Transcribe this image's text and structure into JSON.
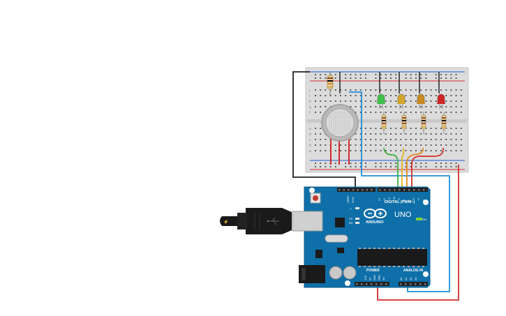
{
  "board": {
    "brand": "ARDUINO",
    "model": "UNO",
    "digital_header": "DIGITAL (PWM~)",
    "power_header": "POWER",
    "analog_header": "ANALOG IN",
    "on_label": "ON",
    "l_label": "L",
    "tx_label": "TX",
    "rx_label": "RX",
    "aref_label": "AREF",
    "gnd_label": "GND",
    "power_pins": [
      "IOREF",
      "RESET",
      "3.3V",
      "5V",
      "GND",
      "GND",
      "Vin"
    ],
    "analog_pins": [
      "A0",
      "A1",
      "A2",
      "A3",
      "A4",
      "A5"
    ],
    "digital_pins": [
      "13",
      "12",
      "~11",
      "~10",
      "~9",
      "8",
      "7",
      "~6",
      "~5",
      "4",
      "~3",
      "2",
      "TX→1",
      "RX←0"
    ]
  },
  "breadboard": {
    "row_letters_top": [
      "j",
      "i",
      "h",
      "g",
      "f"
    ],
    "row_letters_bottom": [
      "e",
      "d",
      "c",
      "b",
      "a"
    ]
  },
  "leds": [
    {
      "name": "led-green",
      "color": "#3ec14a"
    },
    {
      "name": "led-yellow",
      "color": "#d4a62a"
    },
    {
      "name": "led-orange",
      "color": "#c98a1f"
    },
    {
      "name": "led-red",
      "color": "#d02525"
    }
  ],
  "colors": {
    "board": "#0f6fa8",
    "breadboard": "#dcdcdc",
    "wire_black": "#222222",
    "wire_blue": "#1e8fd6",
    "wire_red": "#d32b2b",
    "wire_green": "#3fae3f",
    "wire_yellow": "#e3b51e",
    "wire_orange": "#e08a1a"
  }
}
